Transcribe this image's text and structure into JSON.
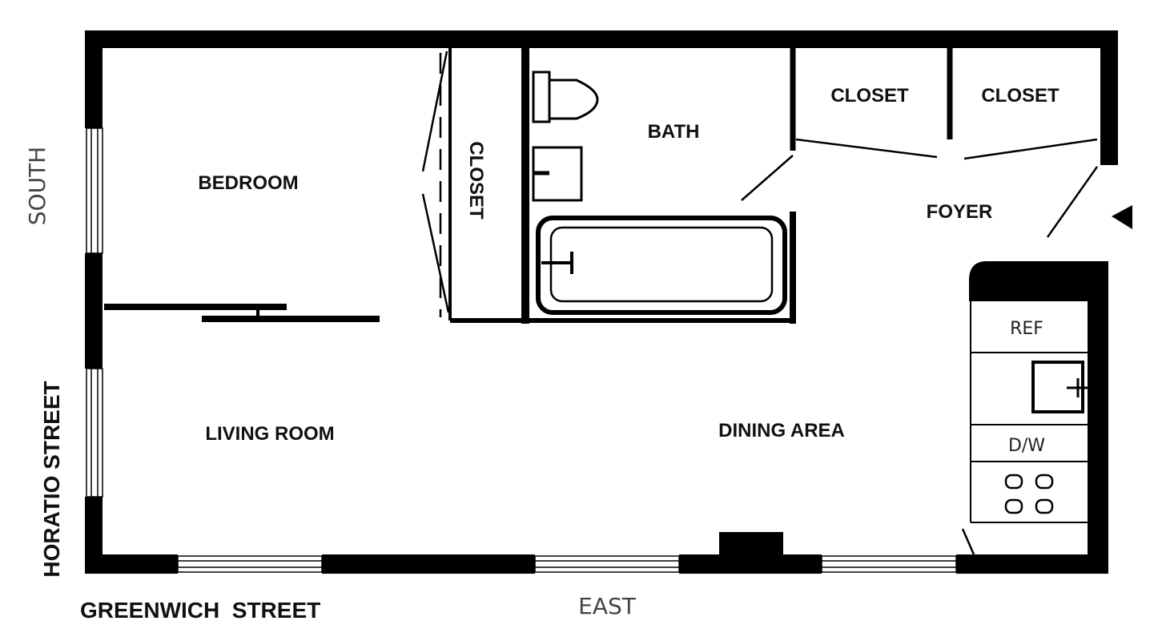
{
  "rooms": {
    "bedroom": "BEDROOM",
    "bedroom_closet": "CLOSET",
    "bath": "BATH",
    "closet_1": "CLOSET",
    "closet_2": "CLOSET",
    "foyer": "FOYER",
    "living_room": "LIVING ROOM",
    "dining_area": "DINING AREA"
  },
  "kitchen": {
    "refrigerator": "REF",
    "dishwasher": "D/W"
  },
  "directions": {
    "south": "SOUTH",
    "east": "EAST"
  },
  "streets": {
    "west_side": "HORATIO STREET",
    "bottom": "GREENWICH  STREET"
  },
  "icons": [
    "entry-arrow-icon",
    "toilet-icon",
    "sink-icon",
    "bathtub-icon",
    "stove-icon"
  ]
}
